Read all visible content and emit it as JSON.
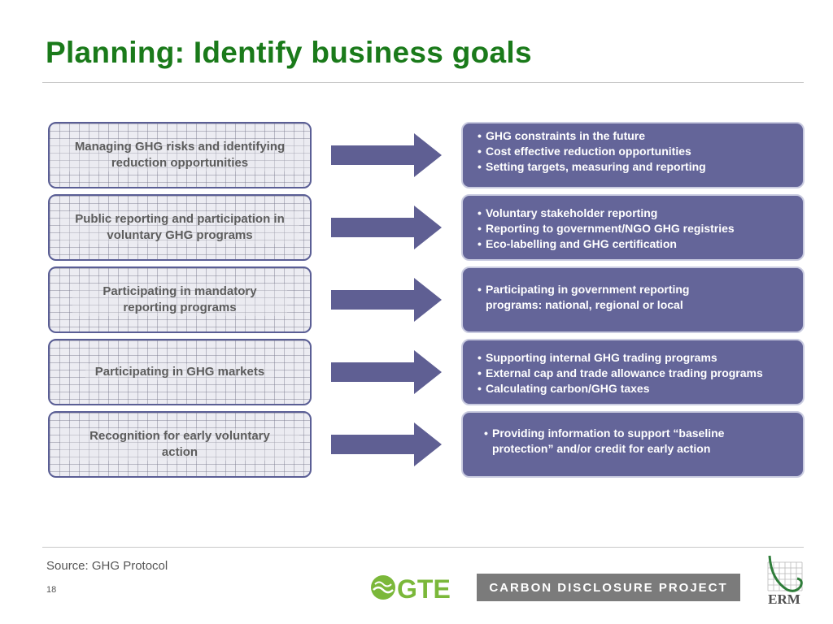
{
  "title": "Planning: Identify business goals",
  "rows": [
    {
      "goal": "Managing GHG risks and identifying reduction opportunities",
      "details": [
        "GHG constraints in the future",
        "Cost effective reduction opportunities",
        "Setting targets, measuring and reporting"
      ]
    },
    {
      "goal": "Public reporting and participation in voluntary GHG programs",
      "details": [
        "Voluntary stakeholder reporting",
        "Reporting to government/NGO GHG registries",
        "Eco-labelling and GHG certification"
      ]
    },
    {
      "goal": "Participating in mandatory reporting programs",
      "details": [
        "Participating in government reporting programs: national, regional or local"
      ]
    },
    {
      "goal": "Participating in GHG markets",
      "details": [
        "Supporting internal GHG trading programs",
        "External cap and trade allowance trading programs",
        "Calculating carbon/GHG taxes"
      ]
    },
    {
      "goal": "Recognition for early voluntary action",
      "details": [
        "Providing information to support “baseline protection” and/or credit for early action"
      ]
    }
  ],
  "source": "Source: GHG Protocol",
  "page_number": "18",
  "logos": {
    "gte": "GTE",
    "cdp": "CARBON DISCLOSURE PROJECT",
    "erm": "ERM"
  },
  "colors": {
    "title_green": "#1a7a1a",
    "box_purple": "#646599",
    "arrow_purple": "#5f5f93",
    "goal_border": "#5a5e95"
  }
}
